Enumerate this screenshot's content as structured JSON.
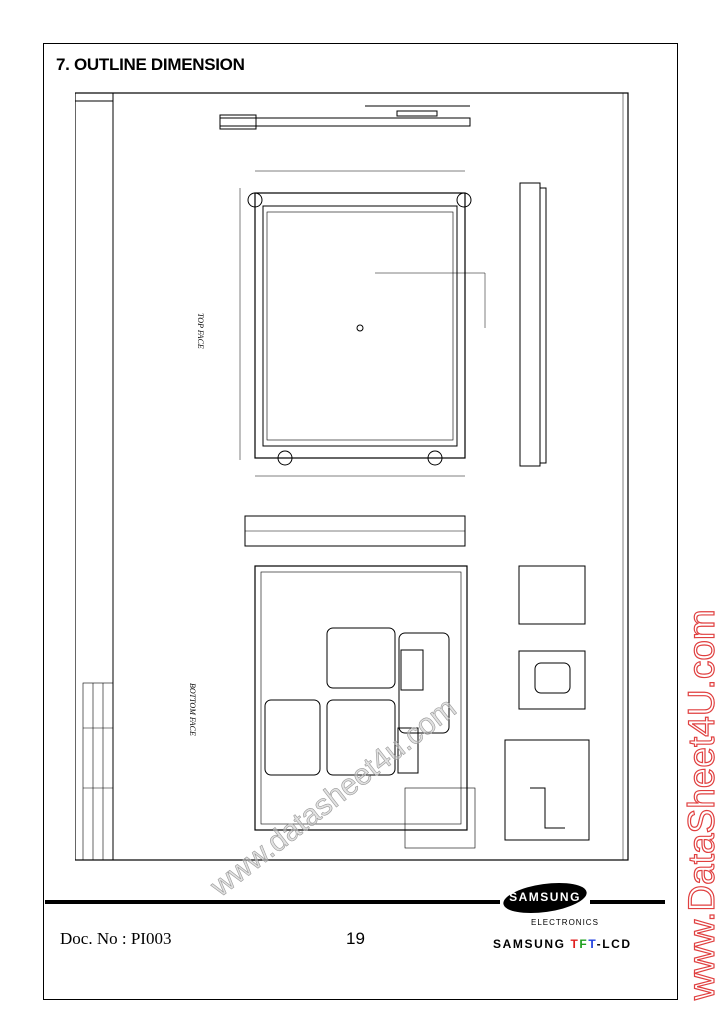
{
  "title": "7.  OUTLINE DIMENSION",
  "drawing": {
    "top_face_label": "TOP FACE",
    "bottom_face_label": "BOTTOM FACE"
  },
  "footer": {
    "doc_no": "Doc. No : PI003",
    "page_number": "19",
    "logo_text": "SAMSUNG",
    "electronics": "ELECTRONICS",
    "brand_prefix": "SAMSUNG ",
    "brand_t1": "T",
    "brand_f": "F",
    "brand_t2": "T",
    "brand_suffix": "-LCD"
  },
  "colors": {
    "t1": "#e02020",
    "f": "#20a020",
    "t2": "#2040e0"
  },
  "watermarks": {
    "side": "www.DataSheet4U.com",
    "diagonal": "www.datasheet4u.com"
  }
}
